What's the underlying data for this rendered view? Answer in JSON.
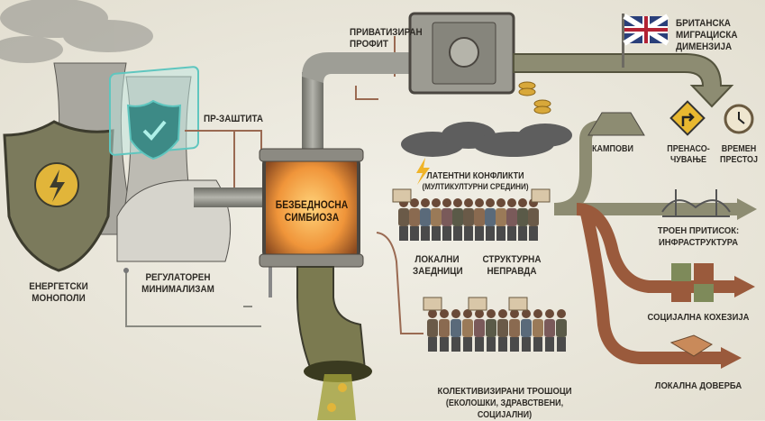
{
  "labels": {
    "profit": [
      "ПРИВАТИЗИРАН",
      "ПРОФИТ"
    ],
    "british": [
      "БРИТАНСКА",
      "МИГРАЦИСКА",
      "ДИМЕНЗИЈА"
    ],
    "pr": "ПР-ЗАШТИТА",
    "symbiosis": [
      "БЕЗБЕДНОСНА",
      "СИМБИОЗА"
    ],
    "latent": [
      "ЛАТЕНТНИ КОНФЛИКТИ",
      "(МУЛТИКУЛТУРНИ СРЕДИНИ)"
    ],
    "local_communities": [
      "ЛОКАЛНИ",
      "ЗАЕДНИЦИ"
    ],
    "injustice": [
      "СТРУКТУРНА",
      "НЕПРАВДА"
    ],
    "camps": "КАМПОВИ",
    "rerouting": [
      "ПРЕНАСО-",
      "ЧУВАЊЕ"
    ],
    "temporary": [
      "ВРЕМЕН",
      "ПРЕСТОЈ"
    ],
    "infrastructure": [
      "ТРОЕН ПРИТИСОК:",
      "ИНФРАСТРУКТУРА"
    ],
    "cohesion": "СОЦИЈАЛНА КОХЕЗИЈА",
    "trust": "ЛОКАЛНА ДОВЕРБА",
    "monopolies": [
      "ЕНЕРГЕТСКИ",
      "МОНОПОЛИ"
    ],
    "minimalism": [
      "РЕГУЛАТОРЕН",
      "МИНИМАЛИЗАМ"
    ],
    "costs": [
      "КОЛЕКТИВИЗИРАНИ ТРОШОЦИ",
      "(ЕКОЛОШКИ, ЗДРАВСТВЕНИ, СОЦИЈАЛНИ)"
    ]
  },
  "colors": {
    "pipe": "#8a8a82",
    "arrow": "#8d8c72",
    "rust": "#9a5a3c",
    "glow": "#f0a040",
    "shield": "#7b7a5c",
    "teal": "#5fc6bf"
  }
}
